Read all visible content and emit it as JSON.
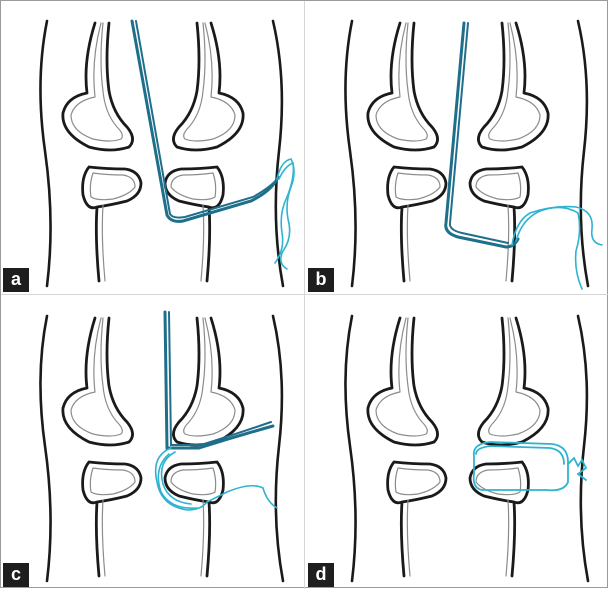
{
  "panels": [
    {
      "label": "a"
    },
    {
      "label": "b"
    },
    {
      "label": "c"
    },
    {
      "label": "d"
    }
  ],
  "colors": {
    "outline": "#1a1a1a",
    "inner_outline": "#8c8c8c",
    "catheter": "#1f6f8b",
    "guidewire": "#2fb3d0"
  }
}
